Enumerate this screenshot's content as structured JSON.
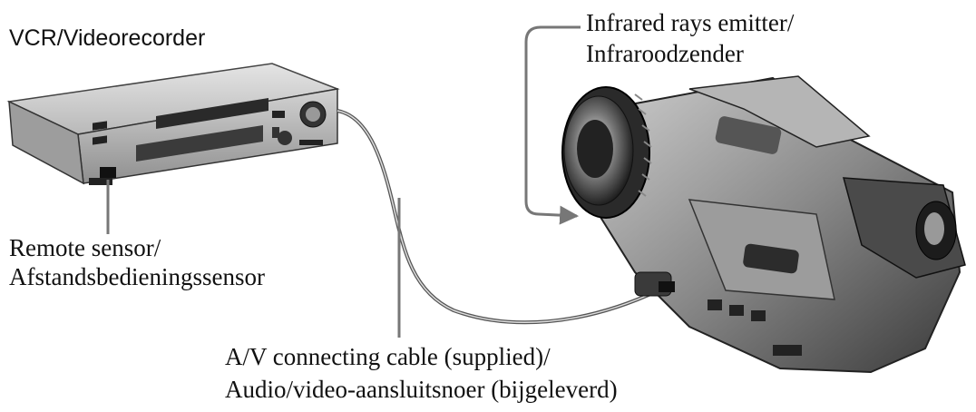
{
  "labels": {
    "vcr_title": "VCR/Videorecorder",
    "remote_sensor_line1": "Remote sensor/",
    "remote_sensor_line2": "Afstandsbedieningssensor",
    "emitter_line1": "Infrared rays emitter/",
    "emitter_line2": "Infraroodzender",
    "cable_line1": "A/V connecting cable (supplied)/",
    "cable_line2": "Audio/video-aansluitsnoer (bijgeleverd)"
  },
  "icons": {
    "vcr": "vcr-device",
    "camcorder": "camcorder-device",
    "cable": "av-cable"
  }
}
